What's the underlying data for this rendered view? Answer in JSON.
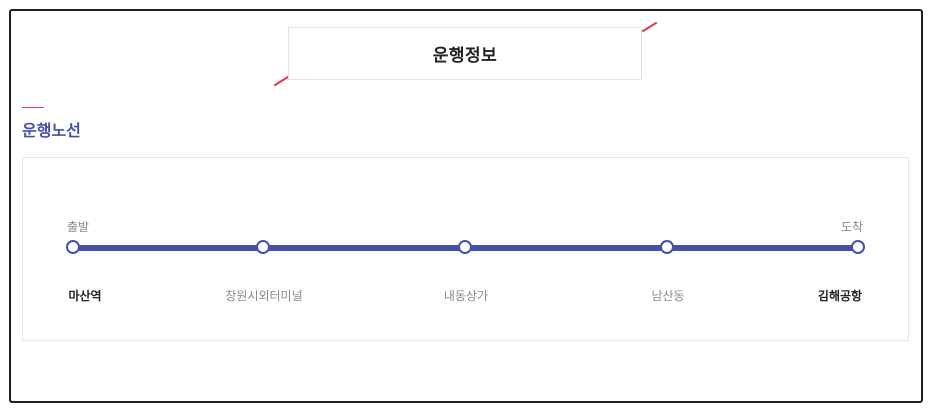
{
  "header": {
    "title": "운행정보"
  },
  "section": {
    "title": "운행노선"
  },
  "route": {
    "start_label": "출발",
    "end_label": "도착",
    "line_color": "#4650a8",
    "stops": [
      {
        "name": "마산역",
        "endpoint": true
      },
      {
        "name": "창원시외터미널",
        "endpoint": false
      },
      {
        "name": "내동상가",
        "endpoint": false
      },
      {
        "name": "남산동",
        "endpoint": false
      },
      {
        "name": "김해공항",
        "endpoint": true
      }
    ]
  },
  "accent_color": "#e03a4d"
}
